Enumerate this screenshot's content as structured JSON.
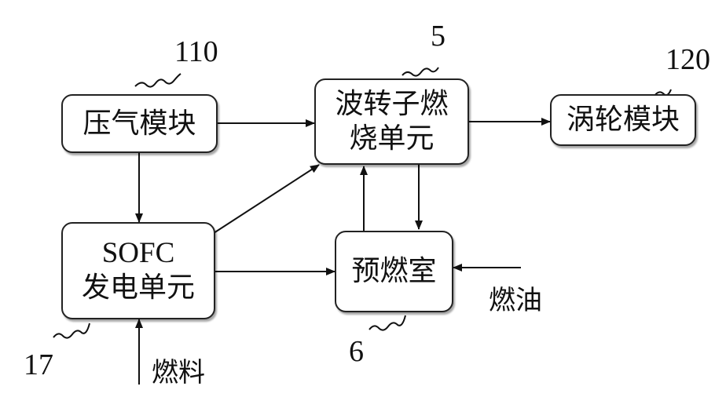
{
  "nodes": {
    "compressor": {
      "label": "压气模块",
      "ref": "110"
    },
    "wave_rotor": {
      "line1": "波转子燃",
      "line2": "烧单元",
      "ref": "5"
    },
    "turbine": {
      "label": "涡轮模块",
      "ref": "120"
    },
    "sofc": {
      "line1": "SOFC",
      "line2": "发电单元",
      "ref": "17"
    },
    "precombustor": {
      "label": "预燃室",
      "ref": "6"
    }
  },
  "inputs": {
    "fuel_oil": "燃油",
    "fuel": "燃料"
  }
}
